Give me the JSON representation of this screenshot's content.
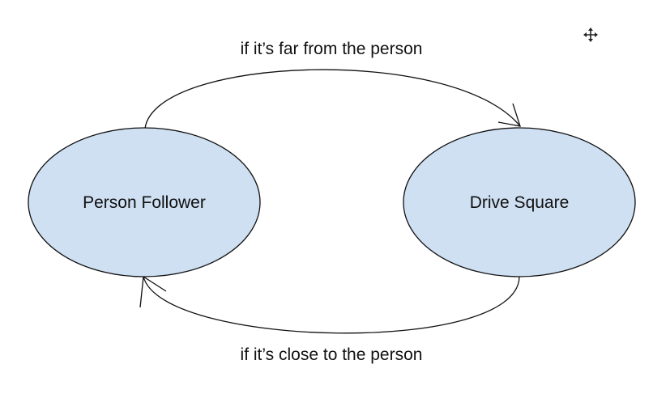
{
  "diagram": {
    "nodes": [
      {
        "id": "person-follower",
        "label": "Person Follower"
      },
      {
        "id": "drive-square",
        "label": "Drive Square"
      }
    ],
    "edges": [
      {
        "from": "person-follower",
        "to": "drive-square",
        "label": "if it’s far from the person"
      },
      {
        "from": "drive-square",
        "to": "person-follower",
        "label": "if it’s close to the person"
      }
    ],
    "colors": {
      "node_fill": "#cfe0f3",
      "stroke": "#111111"
    }
  },
  "toolbar": {
    "move_icon": "move-icon"
  }
}
